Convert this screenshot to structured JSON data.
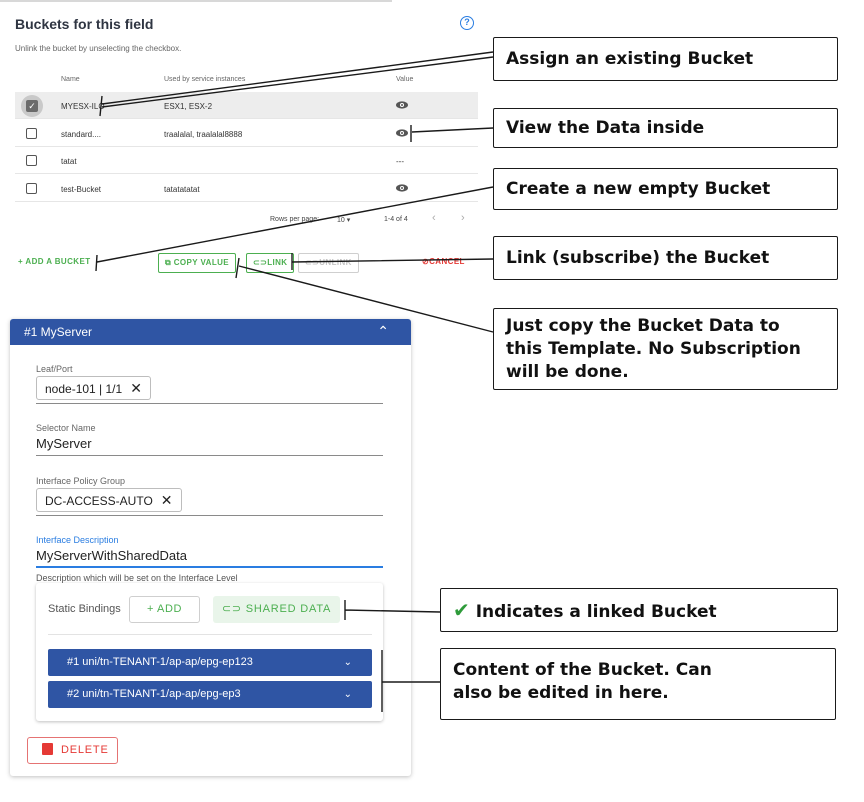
{
  "buckets": {
    "title": "Buckets for this field",
    "help_icon": "?",
    "subtitle": "Unlink the bucket by unselecting the checkbox.",
    "columns": [
      "Name",
      "Used by service instances",
      "Value"
    ],
    "rows": [
      {
        "name": "MYESX-ILO",
        "used_by": "ESX1, ESX-2",
        "value": "eye-icon",
        "checked": true
      },
      {
        "name": "standard....",
        "used_by": "traalalal, traalalal8888",
        "value": "eye-icon",
        "checked": false
      },
      {
        "name": "tatat",
        "used_by": "",
        "value": "---",
        "checked": false
      },
      {
        "name": "test-Bucket",
        "used_by": "tatatatatat",
        "value": "eye-icon",
        "checked": false
      }
    ],
    "pagination": {
      "rows_per_page_label": "Rows per page:",
      "rows_per_page_value": "10",
      "range": "1-4 of 4",
      "prev": "‹",
      "next": "›"
    },
    "actions": {
      "add": "+ ADD A BUCKET",
      "copy": "COPY VALUE",
      "link": "LINK",
      "unlink": "UNLINK",
      "cancel": "CANCEL"
    }
  },
  "callouts": {
    "assign": "Assign an existing Bucket",
    "view": "View the Data inside",
    "create": "Create a new empty Bucket",
    "link": "Link (subscribe) the Bucket",
    "copy_line1": "Just copy the Bucket Data to",
    "copy_line2": "this Template. No Subscription",
    "copy_line3": "will be done.",
    "linked": "Indicates a linked Bucket",
    "content_line1": "Content of the Bucket. Can",
    "content_line2": "also be edited in here."
  },
  "server": {
    "header": "#1 MyServer",
    "leaf_port_label": "Leaf/Port",
    "leaf_port_chip": "node-101 | 1/1",
    "selector_label": "Selector Name",
    "selector_value": "MyServer",
    "ipg_label": "Interface Policy Group",
    "ipg_chip": "DC-ACCESS-AUTO",
    "desc_label": "Interface Description",
    "desc_value": "MyServerWithSharedData",
    "desc_help": "Description which will be set on the Interface Level",
    "static_label": "Static Bindings",
    "add_label": "ADD",
    "shared_label": "SHARED DATA",
    "bindings": [
      "#1 uni/tn-TENANT-1/ap-ap/epg-ep123",
      "#2 uni/tn-TENANT-1/ap-ap/epg-ep3"
    ],
    "delete_label": "DELETE"
  },
  "colors": {
    "primary": "#2f55a4",
    "green": "#4caf50",
    "red": "#e53935",
    "link_blue": "#2a7de1"
  }
}
